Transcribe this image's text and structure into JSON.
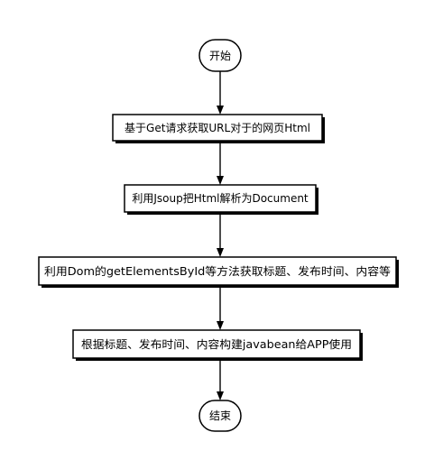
{
  "diagram": {
    "nodes": [
      {
        "id": "start",
        "type": "terminal",
        "label": "开始"
      },
      {
        "id": "step1",
        "type": "process",
        "label": "基于Get请求获取URL对于的网页Html"
      },
      {
        "id": "step2",
        "type": "process",
        "label": "利用Jsoup把Html解析为Document"
      },
      {
        "id": "step3",
        "type": "process",
        "label": "利用Dom的getElementsById等方法获取标题、发布时间、内容等"
      },
      {
        "id": "step4",
        "type": "process",
        "label": "根据标题、发布时间、内容构建javabean给APP使用"
      },
      {
        "id": "end",
        "type": "terminal",
        "label": "结束"
      }
    ],
    "edges": [
      {
        "from": "start",
        "to": "step1"
      },
      {
        "from": "step1",
        "to": "step2"
      },
      {
        "from": "step2",
        "to": "step3"
      },
      {
        "from": "step3",
        "to": "step4"
      },
      {
        "from": "step4",
        "to": "end"
      }
    ],
    "colors": {
      "stroke": "#000000",
      "fill": "#ffffff",
      "text": "#000000"
    }
  }
}
